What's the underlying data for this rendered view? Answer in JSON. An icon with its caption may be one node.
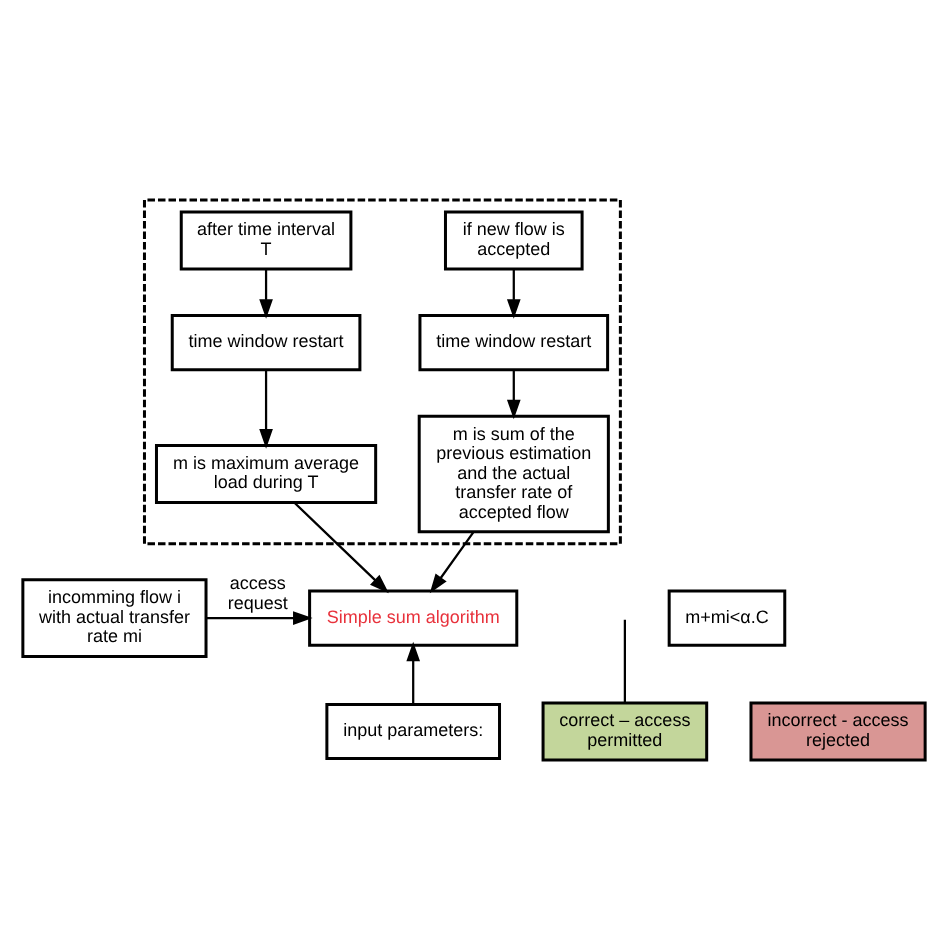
{
  "diagram": {
    "nodes": [
      {
        "text": [],
        "shape": "box"
      },
      {
        "text": [
          "after time interval T"
        ],
        "in": 0
      },
      {
        "text": [
          "if new flow is accepted"
        ],
        "in": 0
      },
      {
        "text": [
          "time window restart"
        ],
        "in": 0
      },
      {
        "text": [
          "time window restart"
        ],
        "in": 0
      },
      {
        "text": [
          "m is maximum average load during T"
        ],
        "in": 0
      },
      {
        "text": [
          "m is sum of the previous estimation and the actual transfer rate of accepted flow"
        ],
        "in": 0
      },
      {
        "text": [
          "incomming flow i with actual transfer rate mi"
        ]
      },
      {
        "text": [
          "Simple sum algorithm"
        ]
      },
      {
        "text": [
          "correct – access permitted"
        ]
      },
      {
        "text": [
          "m+mi<α.C"
        ]
      },
      {
        "text": [
          "incorrect - access rejected"
        ]
      },
      {
        "text": [
          "input parameters:"
        ]
      }
    ],
    "edges": [
      {
        "from": 1,
        "to": 3,
        "arrow": "to"
      },
      {
        "from": 2,
        "to": 4,
        "arrow": "to"
      },
      {
        "from": 3,
        "to": 5,
        "arrow": "to"
      },
      {
        "from": 4,
        "to": 6,
        "arrow": "to"
      },
      {
        "from": 5,
        "to": 8,
        "arrow": "to"
      },
      {
        "from": 6,
        "to": 8,
        "arrow": "to"
      },
      {
        "from": 7,
        "to": 8,
        "label": "access request",
        "arrow": "to"
      },
      {
        "from": 12,
        "to": 8,
        "arrow": "to"
      },
      {
        "from": 9,
        "to": null,
        "arrow": "none"
      }
    ]
  }
}
